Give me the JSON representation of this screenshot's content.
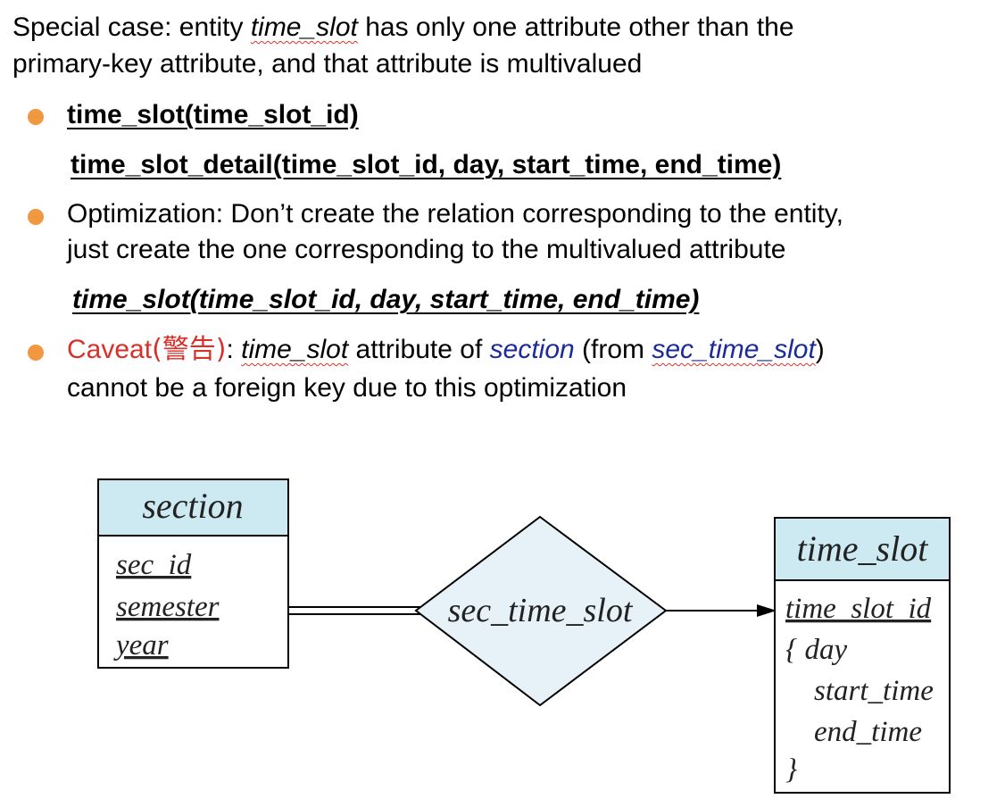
{
  "intro": {
    "line1_pre": "Special case: entity ",
    "line1_entity": "time_slot",
    "line1_post": " has only one attribute other than the",
    "line2": "primary-key attribute, and that attribute is multivalued"
  },
  "bullet1": {
    "schema1": "time_slot(time_slot_id)",
    "schema2": "time_slot_detail(time_slot_id, day, start_time, end_time)"
  },
  "bullet2": {
    "line1": "Optimization: Don’t create the relation corresponding to the entity,",
    "line2": "just create the one corresponding to the multivalued attribute",
    "schema": "time_slot(time_slot_id, day, start_time, end_time)"
  },
  "bullet3": {
    "caveat_label": "Caveat",
    "caveat_cjk": "(警告)",
    "colon": ": ",
    "attr": "time_slot",
    "mid": " attribute of ",
    "entity": "section",
    "from_open": " (from ",
    "relationship": "sec_time_slot",
    "from_close": ")",
    "line2": "cannot be a foreign key due to this optimization"
  },
  "diagram": {
    "section": {
      "title": "section",
      "attributes": [
        "sec_id",
        "semester",
        "year"
      ]
    },
    "relationship": "sec_time_slot",
    "time_slot": {
      "title": "time_slot",
      "attributes": [
        "time_slot_id",
        "{ day",
        "start_time",
        "end_time",
        "}"
      ]
    },
    "colors": {
      "entity_header": "#cde9f1",
      "diamond_fill": "#e6f2f8",
      "bullet": "#f0973f",
      "caveat": "#d9302a",
      "link": "#1a2a9a"
    }
  }
}
